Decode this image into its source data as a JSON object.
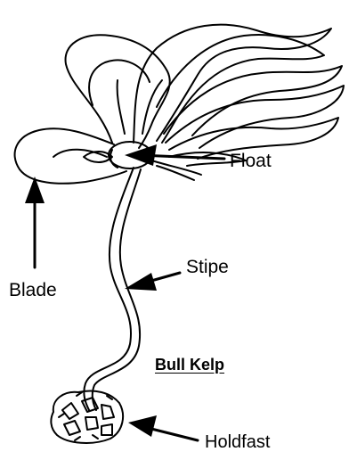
{
  "title": "Bull Kelp",
  "labels": {
    "float": "Float",
    "stipe": "Stipe",
    "blade": "Blade",
    "holdfast": "Holdfast"
  },
  "colors": {
    "ink": "#000000",
    "background": "#ffffff"
  }
}
